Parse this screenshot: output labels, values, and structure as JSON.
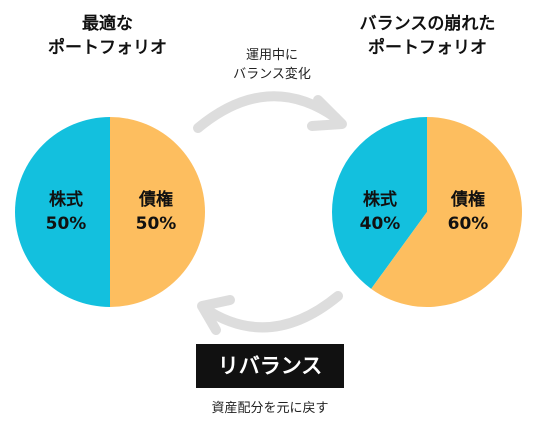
{
  "left": {
    "title_line1": "最適な",
    "title_line2": "ポートフォリオ",
    "slices": [
      {
        "label": "株式",
        "pct": "50%",
        "value": 50
      },
      {
        "label": "債権",
        "pct": "50%",
        "value": 50
      }
    ]
  },
  "right": {
    "title_line1": "バランスの崩れた",
    "title_line2": "ポートフォリオ",
    "slices": [
      {
        "label": "株式",
        "pct": "40%",
        "value": 40
      },
      {
        "label": "債権",
        "pct": "60%",
        "value": 60
      }
    ]
  },
  "arrow_note": {
    "line1": "運用中に",
    "line2": "バランス変化"
  },
  "rebalance": {
    "label": "リバランス",
    "caption": "資産配分を元に戻す"
  },
  "colors": {
    "stock": "#13C0DE",
    "bond": "#FDBE5F",
    "arrow": "#DDDDDD"
  }
}
